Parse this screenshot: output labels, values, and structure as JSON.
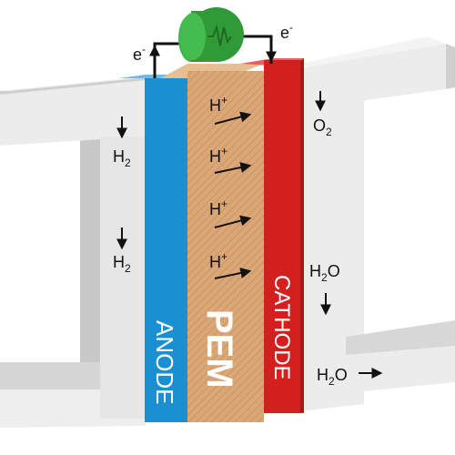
{
  "labels": {
    "anode": "ANODE",
    "pem": "PEM",
    "cathode": "CATHODE",
    "electron_left": "e",
    "electron_right": "e",
    "electron_sup": "-",
    "proton_base": "H",
    "proton_sup": "+",
    "h2_left_top_base": "H",
    "h2_left_top_sub": "2",
    "h2_left_bottom_base": "H",
    "h2_left_bottom_sub": "2",
    "o2_base": "O",
    "o2_sub": "2",
    "h2o_mid_base": "H",
    "h2o_mid_sub": "2",
    "h2o_mid_tail": "O",
    "h2o_out_base": "H",
    "h2o_out_sub": "2",
    "h2o_out_tail": "O"
  },
  "colors": {
    "anode": "#1a8fd1",
    "pem": "#dca777",
    "cathode": "#d41f1f",
    "load": "#2f9a37",
    "plate_face": "#eeeeee",
    "plate_side": "#bdbdbd",
    "wire": "#111111"
  },
  "icons": {
    "load": "load-resistor-icon",
    "flow_arrows": "arrow-icon"
  }
}
